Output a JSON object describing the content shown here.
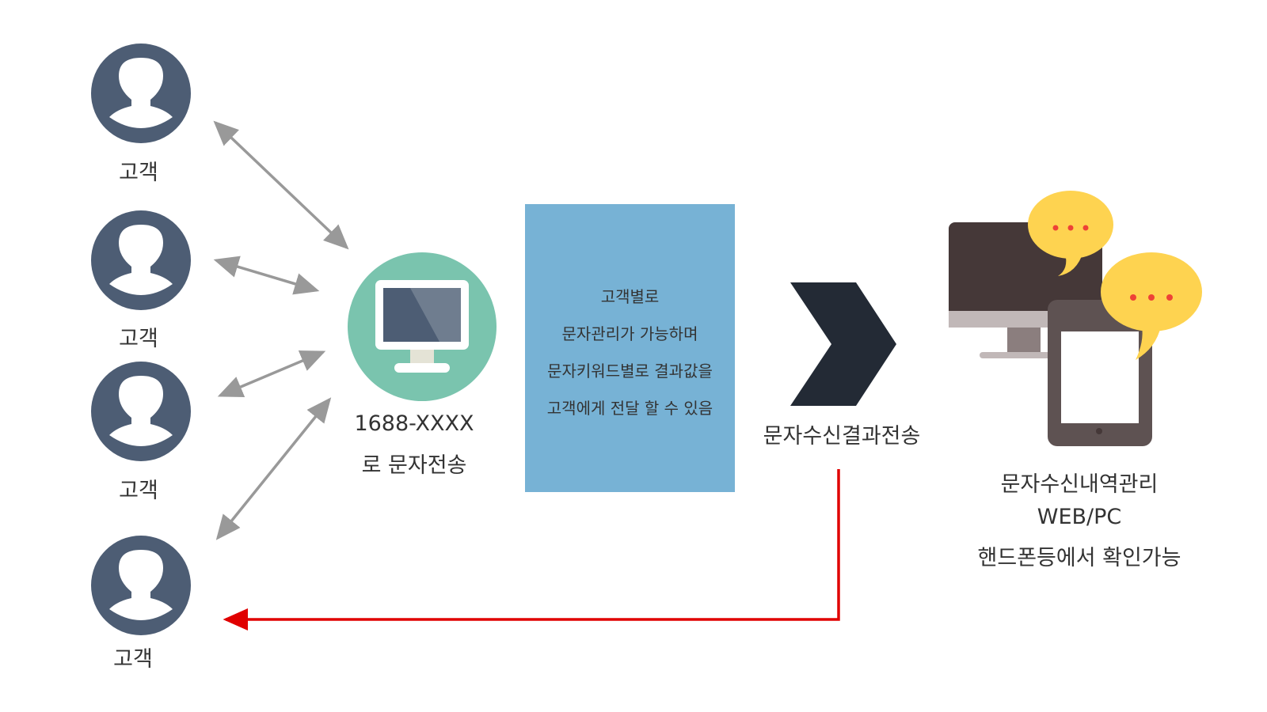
{
  "customers": [
    {
      "label": "고객"
    },
    {
      "label": "고객"
    },
    {
      "label": "고객"
    },
    {
      "label": "고객"
    }
  ],
  "sender": {
    "line1": "1688-XXXX",
    "line2": "로 문자전송"
  },
  "info_box": {
    "lines": [
      "고객별로",
      "문자관리가 가능하며",
      "문자키워드별로 결과값을",
      "고객에게 전달 할 수 있음"
    ],
    "color": "#77b2d5"
  },
  "result_label": "문자수신결과전송",
  "devices": {
    "line1": "문자수신내역관리",
    "line2": "WEB/PC",
    "line3": "핸드폰등에서 확인가능"
  },
  "colors": {
    "person": "#4d5d74",
    "sender": "#7ac4ae",
    "chevron": "#232a35",
    "return_arrow": "#e00000",
    "bubble": "#fed350"
  }
}
